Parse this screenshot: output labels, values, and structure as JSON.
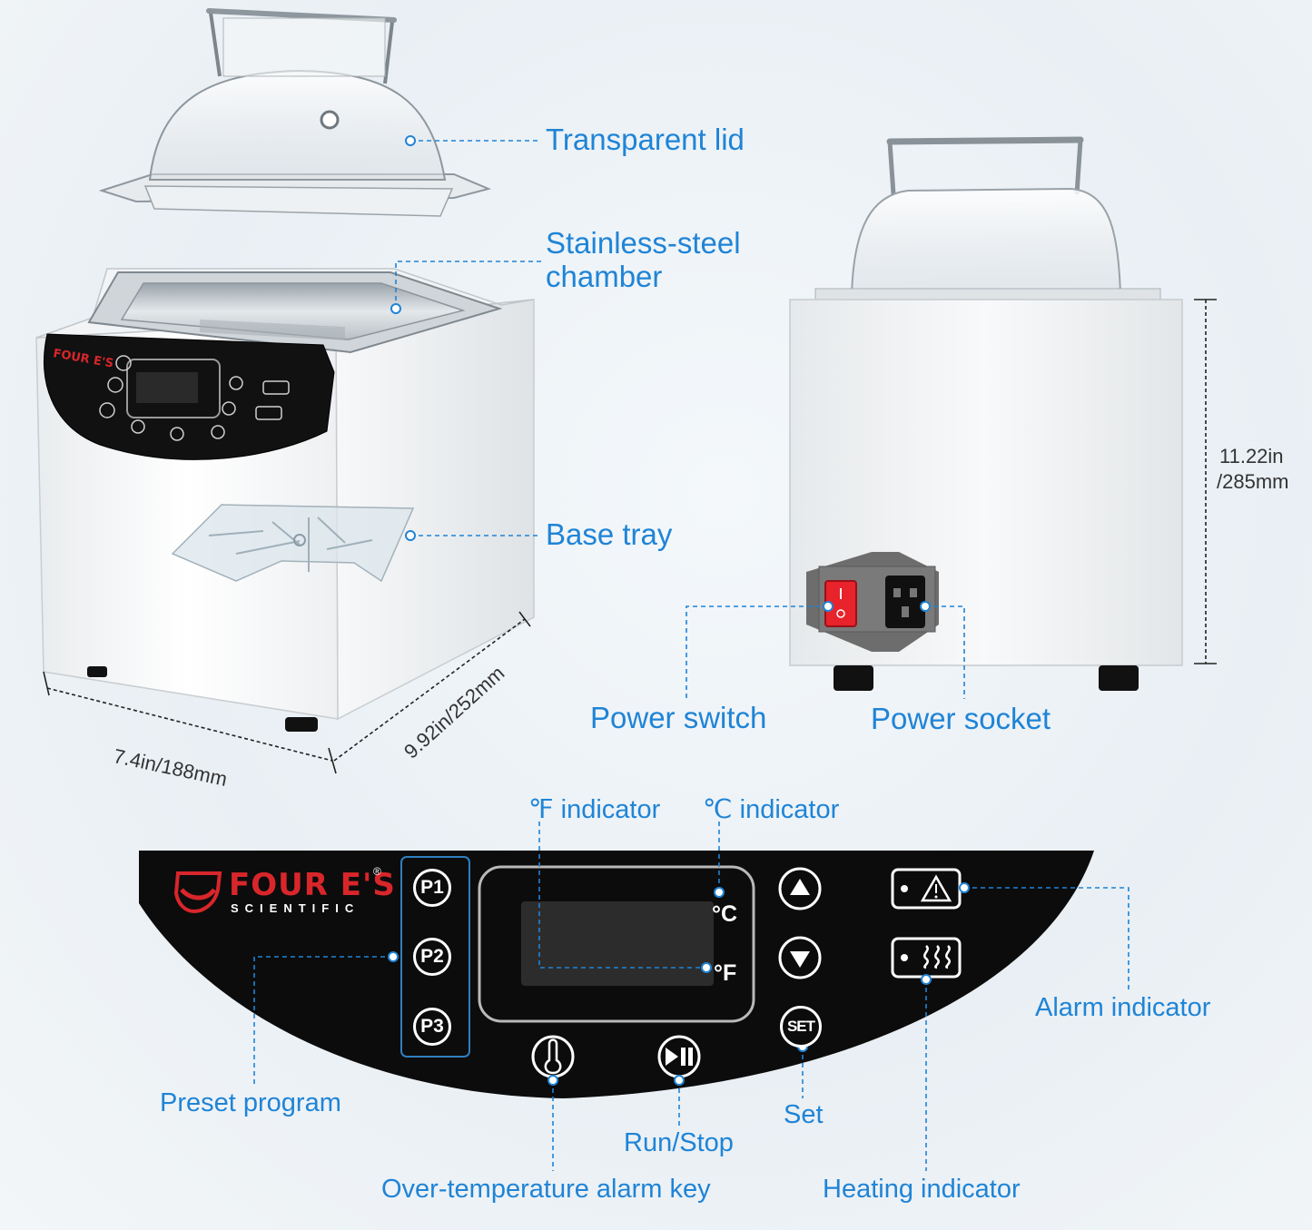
{
  "colors": {
    "accent": "#1f84d6",
    "panel": "#0c0c0c",
    "brand_red": "#d8262b",
    "switch_red": "#e8232b"
  },
  "callouts": {
    "lid": "Transparent lid",
    "chamber": "Stainless-steel\nchamber",
    "tray": "Base tray",
    "power_switch": "Power switch",
    "power_socket": "Power socket",
    "f_indicator": "℉ indicator",
    "c_indicator": "℃ indicator",
    "alarm_indicator": "Alarm indicator",
    "preset_program": "Preset program",
    "set": "Set",
    "run_stop": "Run/Stop",
    "over_temp": "Over-temperature alarm key",
    "heating_indicator": "Heating indicator"
  },
  "dimensions": {
    "width": "7.4in/188mm",
    "depth": "9.92in/252mm",
    "height_in": "11.22in",
    "height_mm": "/285mm"
  },
  "brand": {
    "name": "FOUR E'S",
    "sub": "SCIENTIFIC",
    "reg": "®"
  },
  "panel": {
    "presets": [
      "P1",
      "P2",
      "P3"
    ],
    "unit_c": "°C",
    "unit_f": "°F",
    "set_key": "SET",
    "icons": [
      "up-arrow-icon",
      "down-arrow-icon",
      "alarm-warning-icon",
      "heating-waves-icon",
      "thermometer-icon",
      "play-pause-icon"
    ]
  }
}
